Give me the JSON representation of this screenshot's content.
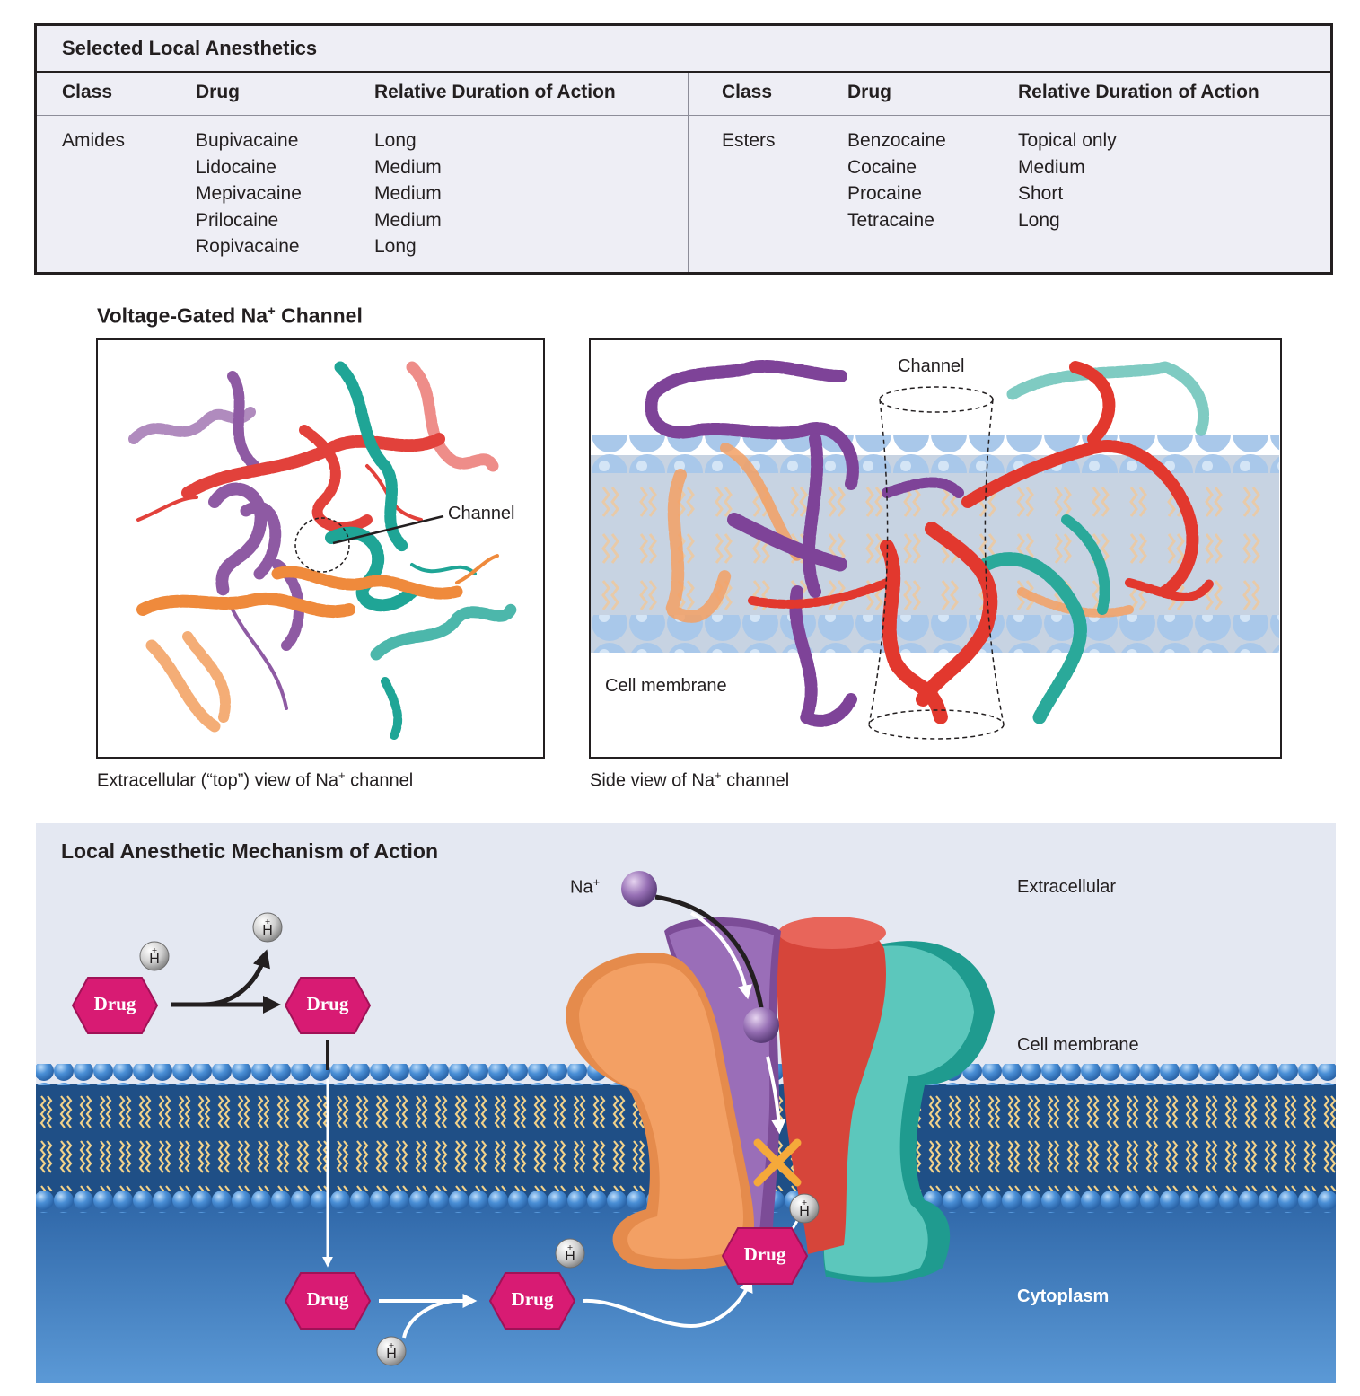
{
  "table": {
    "title": "Selected Local Anesthetics",
    "headers": [
      "Class",
      "Drug",
      "Relative Duration of Action"
    ],
    "groups": [
      {
        "class": "Amides",
        "drugs": [
          "Bupivacaine",
          "Lidocaine",
          "Mepivacaine",
          "Prilocaine",
          "Ropivacaine"
        ],
        "durations": [
          "Long",
          "Medium",
          "Medium",
          "Medium",
          "Long"
        ]
      },
      {
        "class": "Esters",
        "drugs": [
          "Benzocaine",
          "Cocaine",
          "Procaine",
          "Tetracaine"
        ],
        "durations": [
          "Topical only",
          "Medium",
          "Short",
          "Long"
        ]
      }
    ]
  },
  "channel_section": {
    "title_prefix": "Voltage-Gated Na",
    "title_sup": "+",
    "title_suffix": " Channel",
    "top_view": {
      "label": "Channel",
      "caption_prefix": "Extracellular (“top”) view of Na",
      "caption_sup": "+",
      "caption_suffix": " channel"
    },
    "side_view": {
      "label_channel": "Channel",
      "label_membrane": "Cell membrane",
      "caption_prefix": "Side view of Na",
      "caption_sup": "+",
      "caption_suffix": " channel"
    }
  },
  "mechanism": {
    "title": "Local Anesthetic Mechanism of Action",
    "labels": {
      "extracellular": "Extracellular",
      "cell_membrane": "Cell membrane",
      "cytoplasm": "Cytoplasm",
      "na_prefix": "Na",
      "na_sup": "+"
    },
    "drug_label": "Drug",
    "h_prefix": "H",
    "h_sup": "+"
  },
  "colors": {
    "purple": "#8e5aa3",
    "red": "#e2513d",
    "teal": "#3dbcaf",
    "orange": "#f3a064",
    "drug": "#d81b73",
    "membrane_bead": "#4a8fd6",
    "extracellular_bg": "#e4e8f2",
    "cytoplasm_bg": "#3e7fc4",
    "block_x": "#f5a93a"
  }
}
